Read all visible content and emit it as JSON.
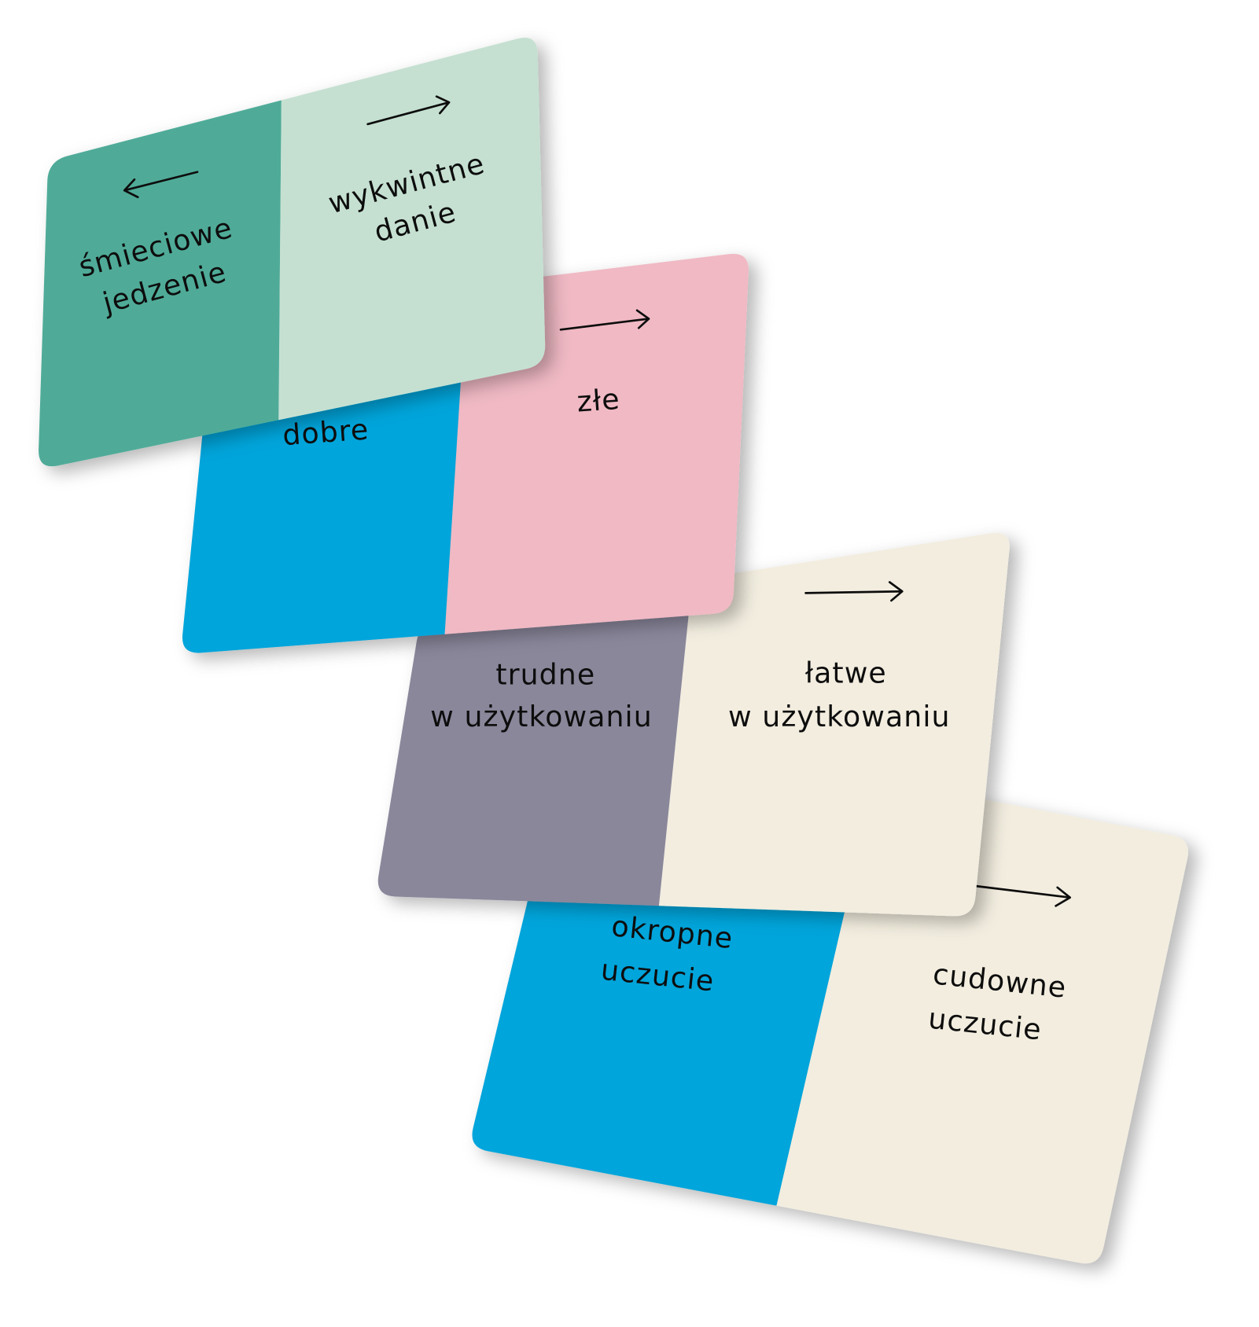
{
  "cards": [
    {
      "left_label": [
        "okropne",
        "uczucie"
      ],
      "right_label": [
        "cudowne",
        "uczucie"
      ],
      "arrow": "right-arrow-icon",
      "left_color": "#00a5db",
      "right_color": "#f2eddf"
    },
    {
      "left_label": [
        "trudne",
        "w użytkowaniu"
      ],
      "right_label": [
        "łatwe",
        "w użytkowaniu"
      ],
      "arrow": "right-arrow-icon",
      "left_color": "#8a879b",
      "right_color": "#f2eddf"
    },
    {
      "left_label": [
        "dobre"
      ],
      "right_label": [
        "złe"
      ],
      "arrow": "right-arrow-icon",
      "left_color": "#00a5db",
      "right_color": "#f0b9c4"
    },
    {
      "left_label": [
        "śmieciowe",
        "jedzenie"
      ],
      "right_label": [
        "wykwintne",
        "danie"
      ],
      "arrow": "left-and-right-arrow-icons",
      "left_color": "#4fab98",
      "right_color": "#c5e0d1"
    }
  ]
}
